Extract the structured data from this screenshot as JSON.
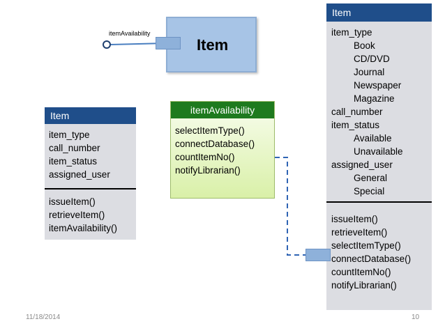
{
  "interface_label": "itemAvailability",
  "item_box_title": "Item",
  "left_class": {
    "title": "Item",
    "attributes": [
      "item_type",
      "call_number",
      "item_status",
      "assigned_user"
    ],
    "methods": [
      "issueItem()",
      "retrieveItem()",
      "itemAvailability()"
    ]
  },
  "middle_class": {
    "title": "itemAvailability",
    "methods": [
      "selectItemType()",
      "connectDatabase()",
      "countItemNo()",
      "notifyLibrarian()"
    ]
  },
  "right_class": {
    "title": "Item",
    "attributes": [
      {
        "text": "item_type",
        "indent": false
      },
      {
        "text": "Book",
        "indent": true
      },
      {
        "text": "CD/DVD",
        "indent": true
      },
      {
        "text": "Journal",
        "indent": true
      },
      {
        "text": "Newspaper",
        "indent": true
      },
      {
        "text": "Magazine",
        "indent": true
      },
      {
        "text": "call_number",
        "indent": false
      },
      {
        "text": "item_status",
        "indent": false
      },
      {
        "text": "Available",
        "indent": true
      },
      {
        "text": "Unavailable",
        "indent": true
      },
      {
        "text": "assigned_user",
        "indent": false
      },
      {
        "text": "General",
        "indent": true
      },
      {
        "text": "Special",
        "indent": true
      }
    ],
    "methods": [
      "issueItem()",
      "retrieveItem()",
      "selectItemType()",
      "connectDatabase()",
      "countItemNo()",
      "notifyLibrarian()"
    ]
  },
  "footer": {
    "date": "11/18/2014",
    "page": "10"
  },
  "colors": {
    "header_blue": "#1f4e8a",
    "class_body_gray": "#dcdde2",
    "item_box_blue": "#a7c4e6",
    "green_header": "#1e7a1e",
    "green_body": "#e9f7c9",
    "connector_blue": "#4a7fc0"
  }
}
